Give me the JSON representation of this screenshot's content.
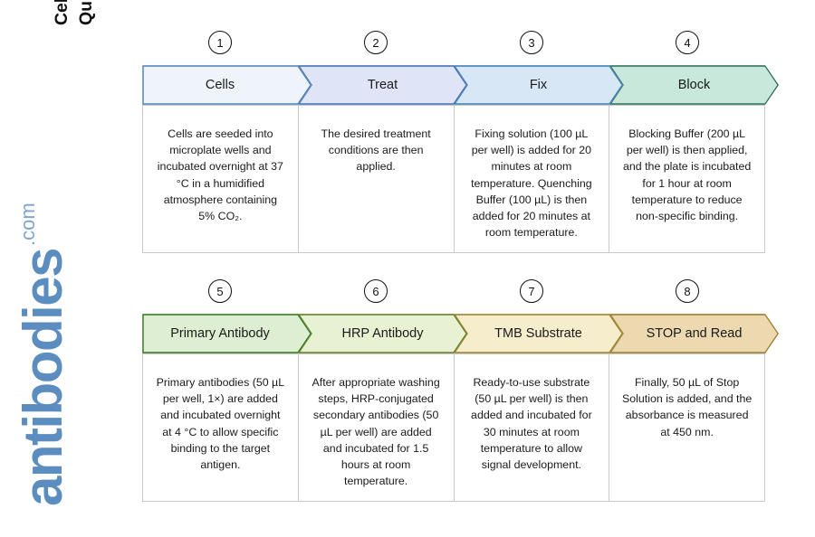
{
  "title": {
    "line1": "Cell Based ELISA Kits",
    "line2": "Quick Protocol"
  },
  "logo": {
    "name": "antibodies",
    "tld": ".com",
    "color": "#5b8dc0"
  },
  "rows": [
    {
      "id": "row-1",
      "steps": [
        {
          "number": "1",
          "label": "Cells",
          "fill": "#eef4fa",
          "stroke": "#4a7fb5",
          "text": "Cells are seeded into microplate wells and incubated overnight at 37 °C in a humidified atmosphere containing 5% CO₂."
        },
        {
          "number": "2",
          "label": "Treat",
          "fill": "#dfe5f7",
          "stroke": "#3f6db0",
          "text": "The desired treatment conditions are then applied."
        },
        {
          "number": "3",
          "label": "Fix",
          "fill": "#d7e7f6",
          "stroke": "#3d7cb0",
          "text": "Fixing solution (100 µL per well) is added for 20 minutes at room temperature. Quenching Buffer (100 µL) is then added for 20 minutes at room temperature."
        },
        {
          "number": "4",
          "label": "Block",
          "fill": "#c9e8dc",
          "stroke": "#2f6a5e",
          "text": "Blocking Buffer (200 µL per well) is then applied, and the plate is incubated for 1 hour at room temperature to reduce non-specific binding."
        }
      ]
    },
    {
      "id": "row-2",
      "steps": [
        {
          "number": "5",
          "label": "Primary Antibody",
          "fill": "#ddeed2",
          "stroke": "#33761f",
          "text": "Primary antibodies (50 µL per well, 1×) are added and incubated overnight at 4 °C to allow specific binding to the target antigen."
        },
        {
          "number": "6",
          "label": "HRP Antibody",
          "fill": "#e9f1d3",
          "stroke": "#5e7a20",
          "text": "After appropriate washing steps, HRP-conjugated secondary antibodies (50 µL per well) are added and incubated for 1.5 hours at room temperature."
        },
        {
          "number": "7",
          "label": "TMB Substrate",
          "fill": "#f5edcb",
          "stroke": "#9a7c2a",
          "text": "Ready-to-use substrate (50 µL per well) is then added and incubated for 30 minutes at room temperature to allow signal development."
        },
        {
          "number": "8",
          "label": "STOP and Read",
          "fill": "#ecd9b0",
          "stroke": "#9a7c2a",
          "text": "Finally, 50 µL of Stop Solution is added, and the absorbance is measured at 450 nm."
        }
      ]
    }
  ]
}
